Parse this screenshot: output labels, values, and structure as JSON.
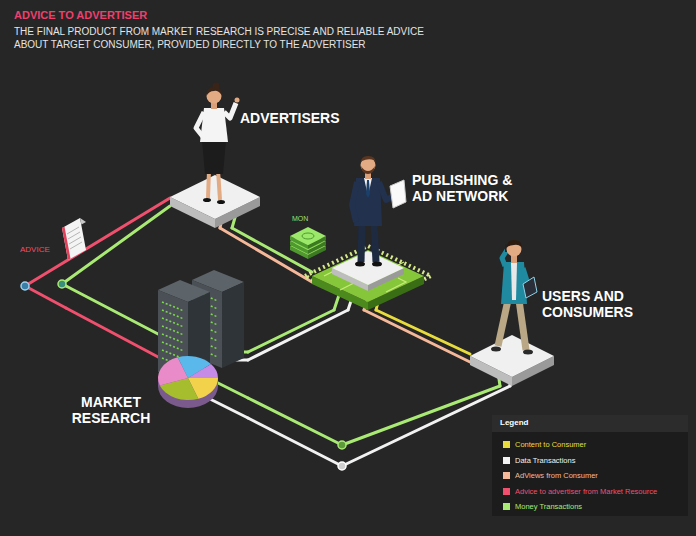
{
  "diagram": {
    "title": "ADVICE TO ADVERTISER",
    "caption": "THE FINAL PRODUCT FROM MARKET RESEARCH IS PRECISE AND RELIABLE ADVICE ABOUT TARGET CONSUMER, PROVIDED DIRECTLY TO THE ADVERTISER",
    "nodes": [
      {
        "text": [
          "ADVERTISERS"
        ]
      },
      {
        "text": [
          "PUBLISHING & AD NETWORK"
        ]
      },
      {
        "text": [
          "USERS AND CONSUMERS"
        ]
      },
      {
        "text": [
          "MARKET RESEARCH"
        ]
      }
    ],
    "edges": [
      {
        "from": 3,
        "to": 0,
        "arrow": "none",
        "label": "ADVICE"
      },
      {
        "from": 0,
        "to": 3,
        "arrow": "none"
      },
      {
        "from": 0,
        "to": 1,
        "arrow": "none"
      },
      {
        "from": 0,
        "to": 1,
        "arrow": "none"
      },
      {
        "from": 1,
        "to": 2,
        "arrow": "none"
      },
      {
        "from": 1,
        "to": 2,
        "arrow": "none"
      },
      {
        "from": 1,
        "to": 3,
        "arrow": "none"
      },
      {
        "from": 1,
        "to": 3,
        "arrow": "none"
      },
      {
        "from": 2,
        "to": 3,
        "arrow": "none"
      },
      {
        "from": 2,
        "to": 3,
        "arrow": "none"
      }
    ],
    "labels": [
      "MON",
      "Legend"
    ],
    "legend": [
      {
        "text": "Content to Consumer",
        "color": "#e8dc3c"
      },
      {
        "text": "Data Transactions",
        "color": "#f2f2f2"
      },
      {
        "text": "AdViews from Consumer",
        "color": "#f5b99a"
      },
      {
        "text": "Advice to advertiser from Market Resource",
        "color": "#f0506e"
      },
      {
        "text": "Money Transactions",
        "color": "#a9ea74"
      }
    ]
  }
}
